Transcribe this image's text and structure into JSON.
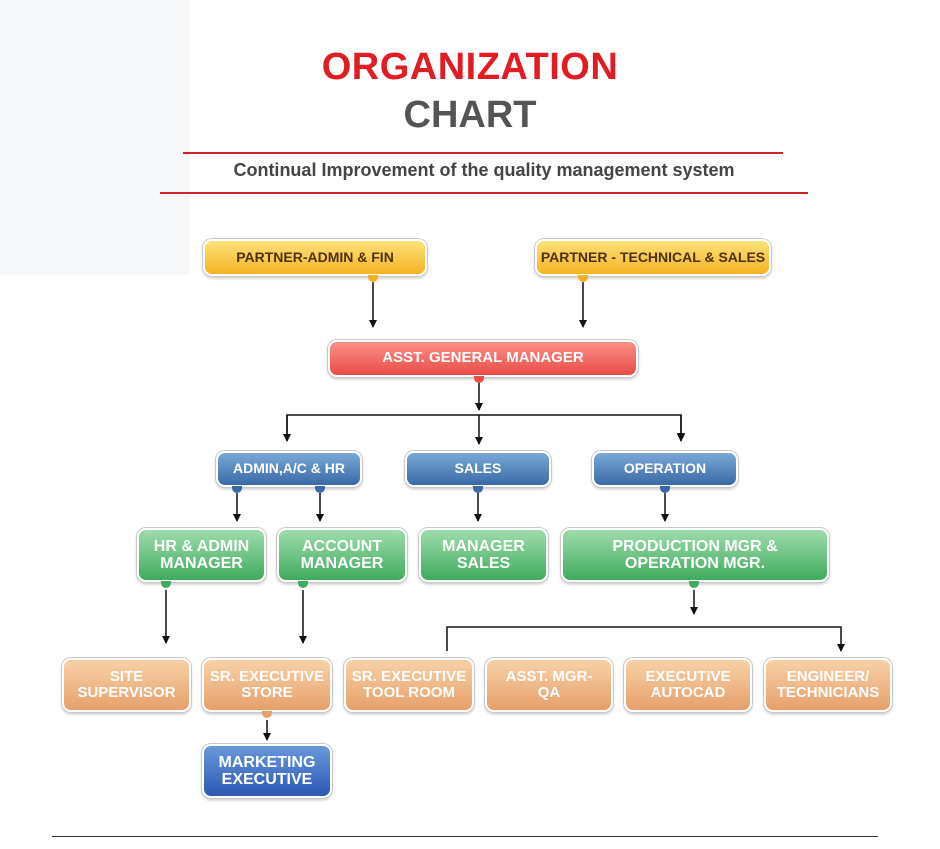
{
  "header": {
    "title_line1": "ORGANIZATION",
    "title_line2": "CHART",
    "subtitle": "Continual Improvement of the quality management system"
  },
  "colors": {
    "title_red": "#e21c23",
    "title_gray": "#545454",
    "partner_yellow": "#f5b324",
    "manager_red": "#e94c47",
    "department_blue": "#3a6aa6",
    "manager_green": "#3fab5e",
    "staff_orange": "#e6a06a",
    "executive_blue": "#2b58b4"
  },
  "nodes": {
    "partner_admin": "PARTNER-ADMIN & FIN",
    "partner_tech": "PARTNER - TECHNICAL & SALES",
    "agm": "ASST. GENERAL MANAGER",
    "dept_admin": "ADMIN,A/C & HR",
    "dept_sales": "SALES",
    "dept_operation": "OPERATION",
    "hr_admin_mgr": "HR & ADMIN\nMANAGER",
    "account_mgr": "ACCOUNT\nMANAGER",
    "manager_sales": "MANAGER\nSALES",
    "production_mgr": "PRODUCTION MGR &\nOPERATION MGR.",
    "site_supervisor": "SITE\nSUPERVISOR",
    "sr_exec_store": "SR. EXECUTIVE\nSTORE",
    "sr_exec_tool": "SR. EXECUTIVE\nTOOL ROOM",
    "asst_mgr_qa": "ASST. MGR-\nQA",
    "exec_autocad": "EXECUTIVE\nAUTOCAD",
    "engineer_tech": "ENGINEER/\nTECHNICIANS",
    "marketing_exec": "MARKETING\nEXECUTIVE"
  }
}
